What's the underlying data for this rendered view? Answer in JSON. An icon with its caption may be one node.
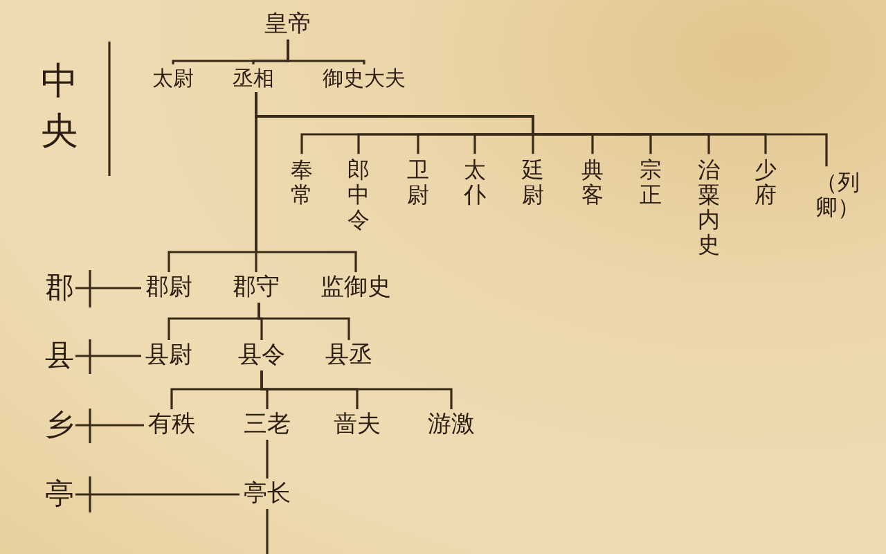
{
  "diagram": {
    "nodes": [
      {
        "text": [
          "皇帝"
        ]
      },
      {
        "text": [
          "太尉"
        ]
      },
      {
        "text": [
          "丞相"
        ]
      },
      {
        "text": [
          "御史大夫"
        ]
      },
      {
        "text": [
          "中央"
        ]
      },
      {
        "text": [
          "奉常"
        ]
      },
      {
        "text": [
          "郎中令"
        ]
      },
      {
        "text": [
          "卫尉"
        ]
      },
      {
        "text": [
          "太仆"
        ]
      },
      {
        "text": [
          "廷尉"
        ]
      },
      {
        "text": [
          "典客"
        ]
      },
      {
        "text": [
          "宗正"
        ]
      },
      {
        "text": [
          "治粟内史"
        ]
      },
      {
        "text": [
          "少府"
        ]
      },
      {
        "text": [
          "（列卿）"
        ]
      },
      {
        "text": [
          "郡"
        ]
      },
      {
        "text": [
          "郡尉"
        ]
      },
      {
        "text": [
          "郡守"
        ]
      },
      {
        "text": [
          "监御史"
        ]
      },
      {
        "text": [
          "县"
        ]
      },
      {
        "text": [
          "县尉"
        ]
      },
      {
        "text": [
          "县令"
        ]
      },
      {
        "text": [
          "县丞"
        ]
      },
      {
        "text": [
          "乡"
        ]
      },
      {
        "text": [
          "有秩"
        ]
      },
      {
        "text": [
          "三老"
        ]
      },
      {
        "text": [
          "啬夫"
        ]
      },
      {
        "text": [
          "游激"
        ]
      },
      {
        "text": [
          "亭"
        ]
      },
      {
        "text": [
          "亭长"
        ]
      }
    ],
    "edges": [
      {
        "from": 0,
        "to": 1,
        "arrow": "none"
      },
      {
        "from": 0,
        "to": 2,
        "arrow": "none"
      },
      {
        "from": 0,
        "to": 3,
        "arrow": "none"
      },
      {
        "from": 2,
        "to": 5,
        "arrow": "none"
      },
      {
        "from": 2,
        "to": 6,
        "arrow": "none"
      },
      {
        "from": 2,
        "to": 7,
        "arrow": "none"
      },
      {
        "from": 2,
        "to": 8,
        "arrow": "none"
      },
      {
        "from": 2,
        "to": 9,
        "arrow": "none"
      },
      {
        "from": 2,
        "to": 10,
        "arrow": "none"
      },
      {
        "from": 2,
        "to": 11,
        "arrow": "none"
      },
      {
        "from": 2,
        "to": 12,
        "arrow": "none"
      },
      {
        "from": 2,
        "to": 13,
        "arrow": "none"
      },
      {
        "from": 2,
        "to": 14,
        "arrow": "none"
      },
      {
        "from": 2,
        "to": 16,
        "arrow": "none"
      },
      {
        "from": 2,
        "to": 17,
        "arrow": "none"
      },
      {
        "from": 2,
        "to": 18,
        "arrow": "none"
      },
      {
        "from": 15,
        "to": 16,
        "arrow": "none"
      },
      {
        "from": 17,
        "to": 20,
        "arrow": "none"
      },
      {
        "from": 17,
        "to": 21,
        "arrow": "none"
      },
      {
        "from": 17,
        "to": 22,
        "arrow": "none"
      },
      {
        "from": 19,
        "to": 20,
        "arrow": "none"
      },
      {
        "from": 21,
        "to": 24,
        "arrow": "none"
      },
      {
        "from": 21,
        "to": 25,
        "arrow": "none"
      },
      {
        "from": 21,
        "to": 26,
        "arrow": "none"
      },
      {
        "from": 21,
        "to": 27,
        "arrow": "none"
      },
      {
        "from": 23,
        "to": 24,
        "arrow": "none"
      },
      {
        "from": 25,
        "to": 29,
        "arrow": "none"
      },
      {
        "from": 28,
        "to": 29,
        "arrow": "none"
      },
      {
        "from": 29,
        "to": null,
        "arrow": "none"
      }
    ]
  }
}
